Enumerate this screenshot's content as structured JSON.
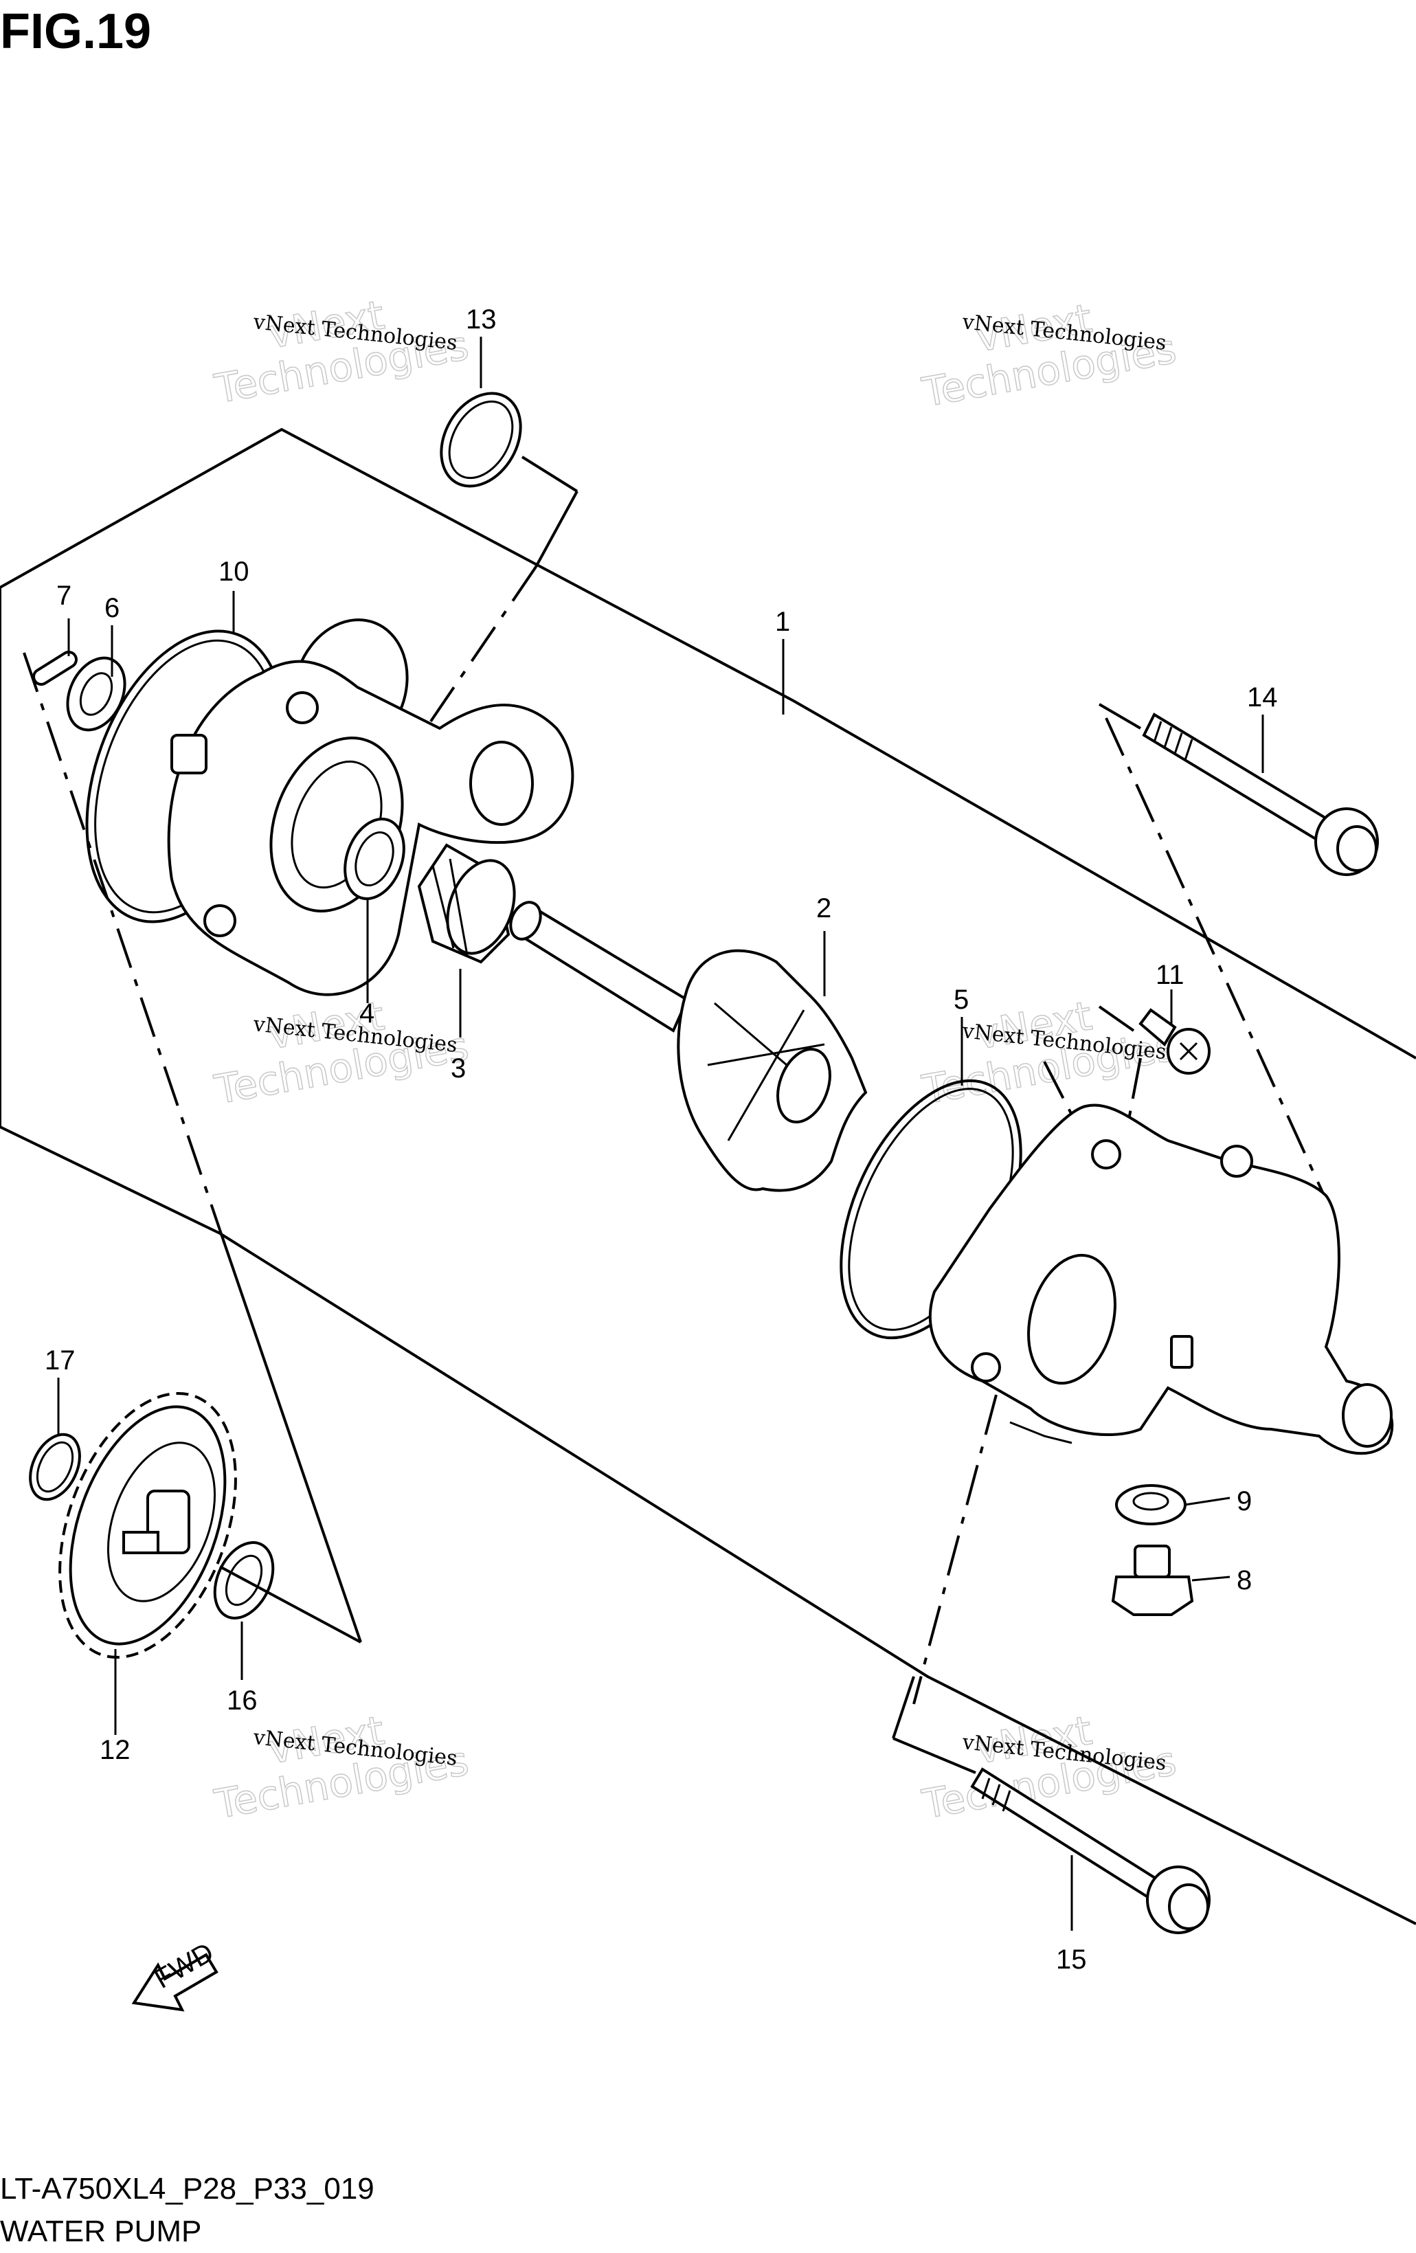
{
  "figure_title": "FIG.19",
  "footer": {
    "code": "LT-A750XL4_P28_P33_019",
    "name": "WATER PUMP"
  },
  "watermark": {
    "line1": "vNext Technologies",
    "line2": "Technologies",
    "line3": "vNext"
  },
  "callouts": {
    "c1": "1",
    "c2": "2",
    "c3": "3",
    "c4": "4",
    "c5": "5",
    "c6": "6",
    "c7": "7",
    "c8": "8",
    "c9": "9",
    "c10": "10",
    "c11": "11",
    "c12": "12",
    "c13": "13",
    "c14": "14",
    "c15": "15",
    "c16": "16",
    "c17": "17"
  },
  "fwd_label": "FWD"
}
